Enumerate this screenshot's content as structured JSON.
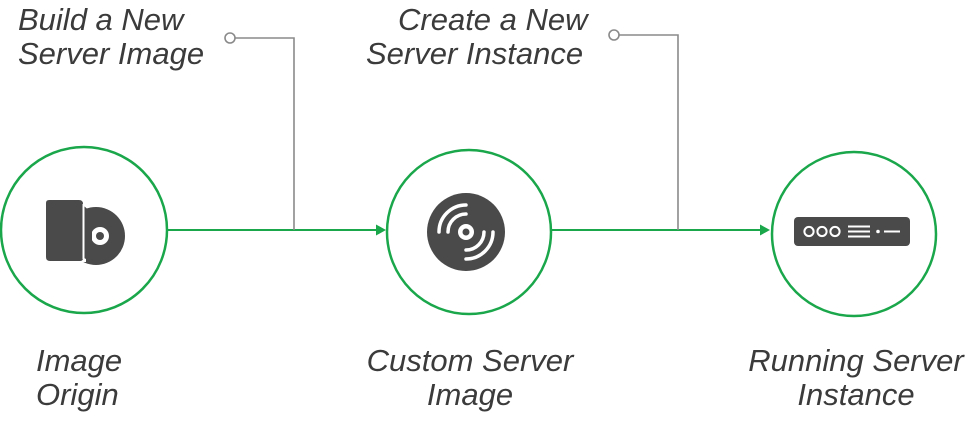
{
  "colors": {
    "accent": "#1aa64a",
    "connector": "#8a8a8a",
    "icon": "#4a4a4a",
    "text": "#3b3b3b"
  },
  "steps": {
    "build": {
      "line1": "Build a New",
      "line2": "Server Image"
    },
    "create": {
      "line1": "Create a New",
      "line2": "Server Instance"
    }
  },
  "nodes": {
    "origin": {
      "line1": "Image",
      "line2": "Origin",
      "icon": "book-disc-icon"
    },
    "custom": {
      "line1": "Custom Server",
      "line2": "Image",
      "icon": "disc-icon"
    },
    "running": {
      "line1": "Running Server",
      "line2": "Instance",
      "icon": "server-rack-icon"
    }
  }
}
